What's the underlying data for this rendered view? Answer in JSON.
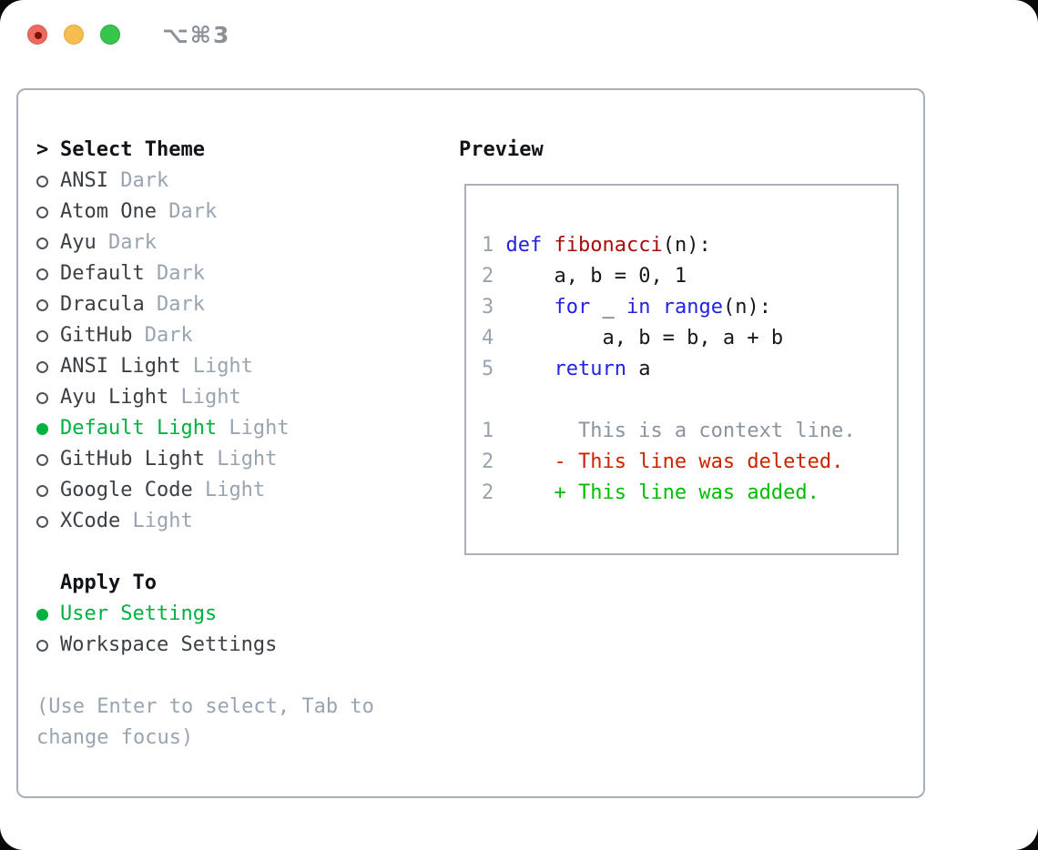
{
  "window": {
    "title": "⌥⌘3"
  },
  "titlebar": {
    "buttons": [
      {
        "name": "close",
        "modified_indicator": true
      },
      {
        "name": "minimize"
      },
      {
        "name": "zoom"
      }
    ]
  },
  "theme_list": {
    "cursor": ">",
    "header": "Select Theme",
    "items": [
      {
        "name": "ANSI",
        "variant": "Dark",
        "selected": false
      },
      {
        "name": "Atom One",
        "variant": "Dark",
        "selected": false
      },
      {
        "name": "Ayu",
        "variant": "Dark",
        "selected": false
      },
      {
        "name": "Default",
        "variant": "Dark",
        "selected": false
      },
      {
        "name": "Dracula",
        "variant": "Dark",
        "selected": false
      },
      {
        "name": "GitHub",
        "variant": "Dark",
        "selected": false
      },
      {
        "name": "ANSI Light",
        "variant": "Light",
        "selected": false
      },
      {
        "name": "Ayu Light",
        "variant": "Light",
        "selected": false
      },
      {
        "name": "Default Light",
        "variant": "Light",
        "selected": true
      },
      {
        "name": "GitHub Light",
        "variant": "Light",
        "selected": false
      },
      {
        "name": "Google Code",
        "variant": "Light",
        "selected": false
      },
      {
        "name": "XCode",
        "variant": "Light",
        "selected": false
      }
    ]
  },
  "apply_to": {
    "header": "Apply To",
    "options": [
      {
        "label": "User Settings",
        "selected": true
      },
      {
        "label": "Workspace Settings",
        "selected": false
      }
    ]
  },
  "hint": {
    "line1": "(Use Enter to select, Tab to",
    "line2": "change focus)"
  },
  "preview": {
    "header": "Preview",
    "code_lines": [
      [
        {
          "t": "1 ",
          "c": "num"
        },
        {
          "t": "def",
          "c": "kw"
        },
        {
          "t": " ",
          "c": "pl"
        },
        {
          "t": "fibonacci",
          "c": "fn"
        },
        {
          "t": "(n):",
          "c": "pl"
        }
      ],
      [
        {
          "t": "2 ",
          "c": "num"
        },
        {
          "t": "    a, b = 0, 1",
          "c": "pl"
        }
      ],
      [
        {
          "t": "3 ",
          "c": "num"
        },
        {
          "t": "    ",
          "c": "pl"
        },
        {
          "t": "for",
          "c": "kw"
        },
        {
          "t": " _ ",
          "c": "pl"
        },
        {
          "t": "in",
          "c": "kw"
        },
        {
          "t": " ",
          "c": "pl"
        },
        {
          "t": "range",
          "c": "kw"
        },
        {
          "t": "(n):",
          "c": "pl"
        }
      ],
      [
        {
          "t": "4 ",
          "c": "num"
        },
        {
          "t": "        a, b = b, a + b",
          "c": "pl"
        }
      ],
      [
        {
          "t": "5 ",
          "c": "num"
        },
        {
          "t": "    ",
          "c": "pl"
        },
        {
          "t": "return",
          "c": "kw"
        },
        {
          "t": " a",
          "c": "pl"
        }
      ],
      [],
      [
        {
          "t": "1 ",
          "c": "num"
        },
        {
          "t": "      This is a context line.",
          "c": "ctx"
        }
      ],
      [
        {
          "t": "2 ",
          "c": "num"
        },
        {
          "t": "    - This line was deleted.",
          "c": "del"
        }
      ],
      [
        {
          "t": "2 ",
          "c": "num"
        },
        {
          "t": "    + This line was added.",
          "c": "add"
        }
      ]
    ]
  },
  "colors": {
    "accent-green": "#00b140",
    "kw-blue": "#2222e0",
    "fn-red": "#a80b0b",
    "diff-del": "#cc2200",
    "diff-add": "#00bd00",
    "muted-gray": "#9aa4b0",
    "line-num": "#99a3ad",
    "context-gray": "#8b939d",
    "text-dark": "#3b4046",
    "header-black": "#101418",
    "border-gray": "#a9b0ba",
    "circle-outline": "#4e545c",
    "title-gray": "#8b9097",
    "tl-red": "#ee6a5e",
    "tl-red-dot": "#7d1007",
    "tl-yellow": "#f5be4e",
    "tl-green": "#37c64c"
  }
}
